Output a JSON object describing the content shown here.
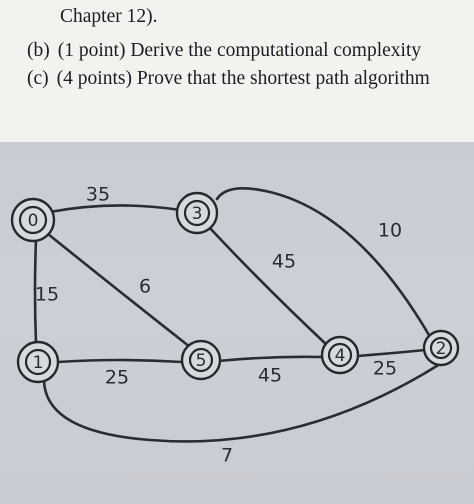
{
  "text_lines": [
    {
      "mark": "",
      "text": "Chapter 12)."
    },
    {
      "mark": "(b)",
      "text": "(1 point) Derive the computational complexity"
    },
    {
      "mark": "(c)",
      "text": "(4 points) Prove that the shortest path algorithm"
    }
  ],
  "graph": {
    "nodes": [
      {
        "id": "0",
        "label": "0"
      },
      {
        "id": "1",
        "label": "1"
      },
      {
        "id": "2",
        "label": "2"
      },
      {
        "id": "3",
        "label": "3"
      },
      {
        "id": "4",
        "label": "4"
      },
      {
        "id": "5",
        "label": "5"
      }
    ],
    "edges": [
      {
        "from": "0",
        "to": "3",
        "weight": "35"
      },
      {
        "from": "0",
        "to": "1",
        "weight": "15"
      },
      {
        "from": "0",
        "to": "5",
        "weight": "6"
      },
      {
        "from": "3",
        "to": "4",
        "weight": "45"
      },
      {
        "from": "3",
        "to": "2",
        "weight": "10"
      },
      {
        "from": "1",
        "to": "5",
        "weight": "25"
      },
      {
        "from": "5",
        "to": "4",
        "weight": "45"
      },
      {
        "from": "4",
        "to": "2",
        "weight": "25"
      },
      {
        "from": "1",
        "to": "2",
        "weight": "7"
      }
    ]
  }
}
